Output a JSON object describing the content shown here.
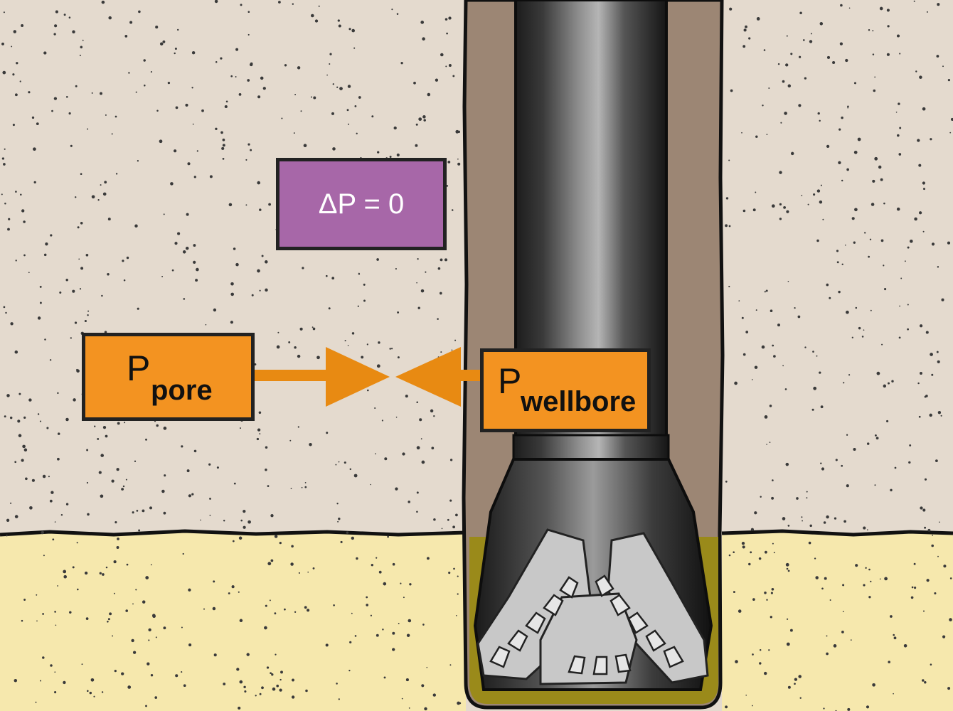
{
  "labels": {
    "delta_p": "ΔP = 0",
    "p_pore": {
      "main": "P",
      "sub": "pore"
    },
    "p_wellbore": {
      "main": "P",
      "sub": "wellbore"
    }
  },
  "colors": {
    "formation_upper": "#e4dace",
    "formation_lower": "#f6e8ad",
    "annulus": "#9c8674",
    "label_orange": "#f39321",
    "label_purple": "#a767a8",
    "mud_cake": "#9a8a1a"
  },
  "icons": [
    "drill-string-icon",
    "roller-cone-bit-icon",
    "pressure-arrow-icon"
  ]
}
